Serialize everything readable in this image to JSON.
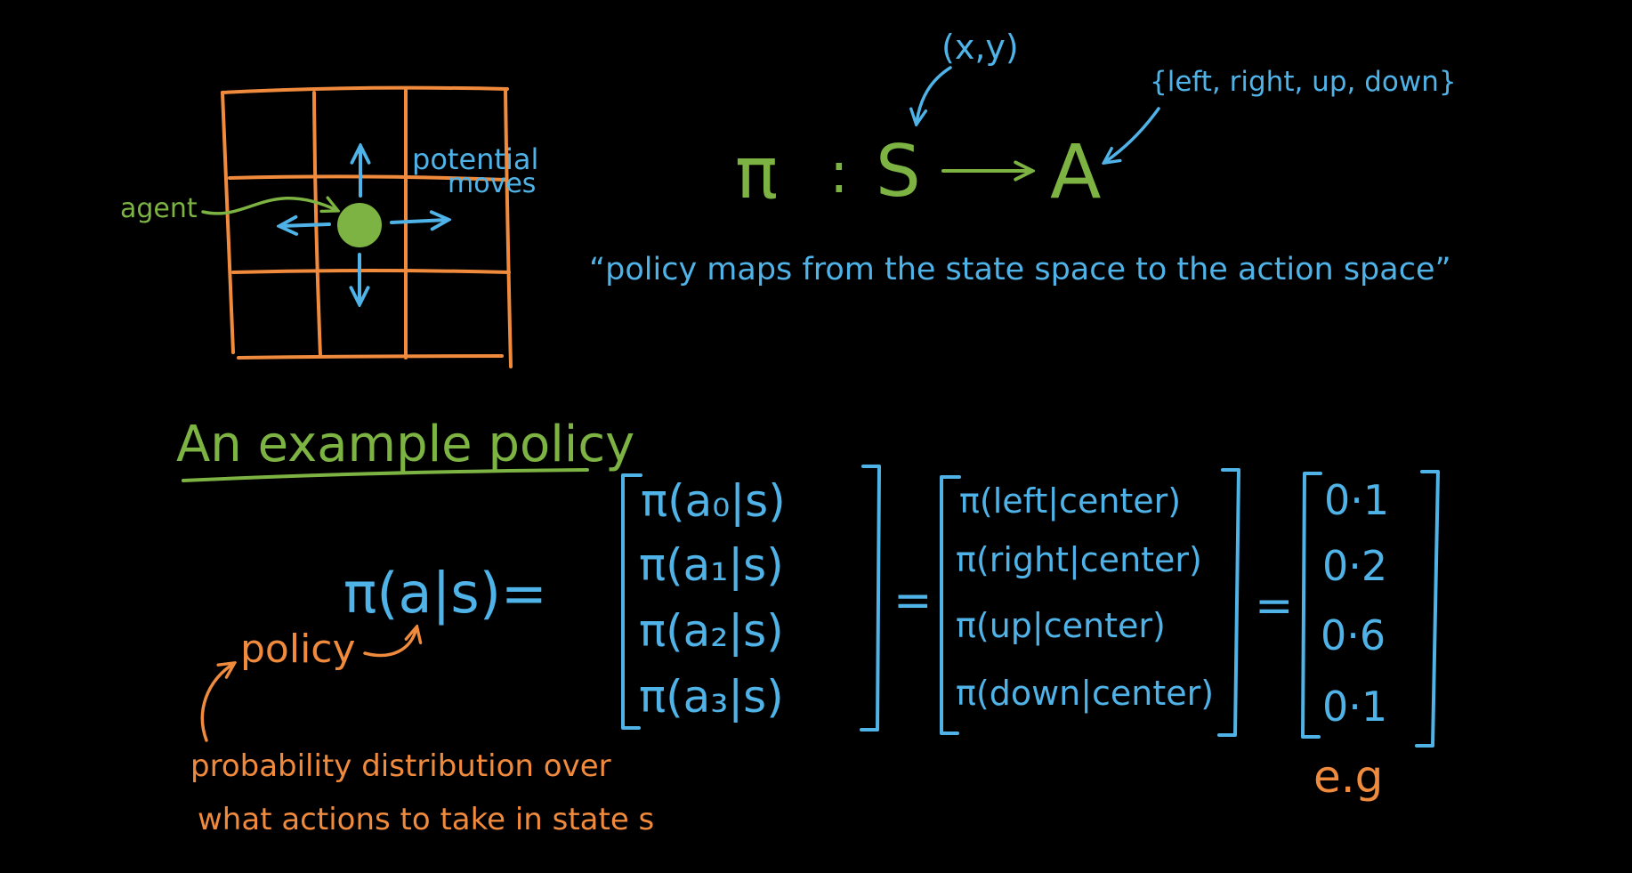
{
  "colors": {
    "background": "#000000",
    "green": "#7cb342",
    "blue": "#4fb3e8",
    "orange": "#f08a3c"
  },
  "grid": {
    "agent_label": "agent",
    "moves_label_line1": "potential",
    "moves_label_line2": "moves"
  },
  "mapping": {
    "pi": "π",
    "colon": ":",
    "state_symbol": "S",
    "action_symbol": "A",
    "state_note": "(x,y)",
    "action_note": "{left, right, up, down}",
    "caption": "“policy maps from the state space to the action space”"
  },
  "example": {
    "heading": "An example policy",
    "lhs": "π(a|s)=",
    "equals": "=",
    "matrix1": [
      "π(a₀|s)",
      "π(a₁|s)",
      "π(a₂|s)",
      "π(a₃|s)"
    ],
    "matrix2": [
      "π(left|center)",
      "π(right|center)",
      "π(up|center)",
      "π(down|center)"
    ],
    "matrix3": [
      "0·1",
      "0·2",
      "0·6",
      "0·1"
    ],
    "eg": "e.g",
    "policy_label": "policy",
    "note_line1": "probability distribution over",
    "note_line2": "what actions to take in state s"
  }
}
